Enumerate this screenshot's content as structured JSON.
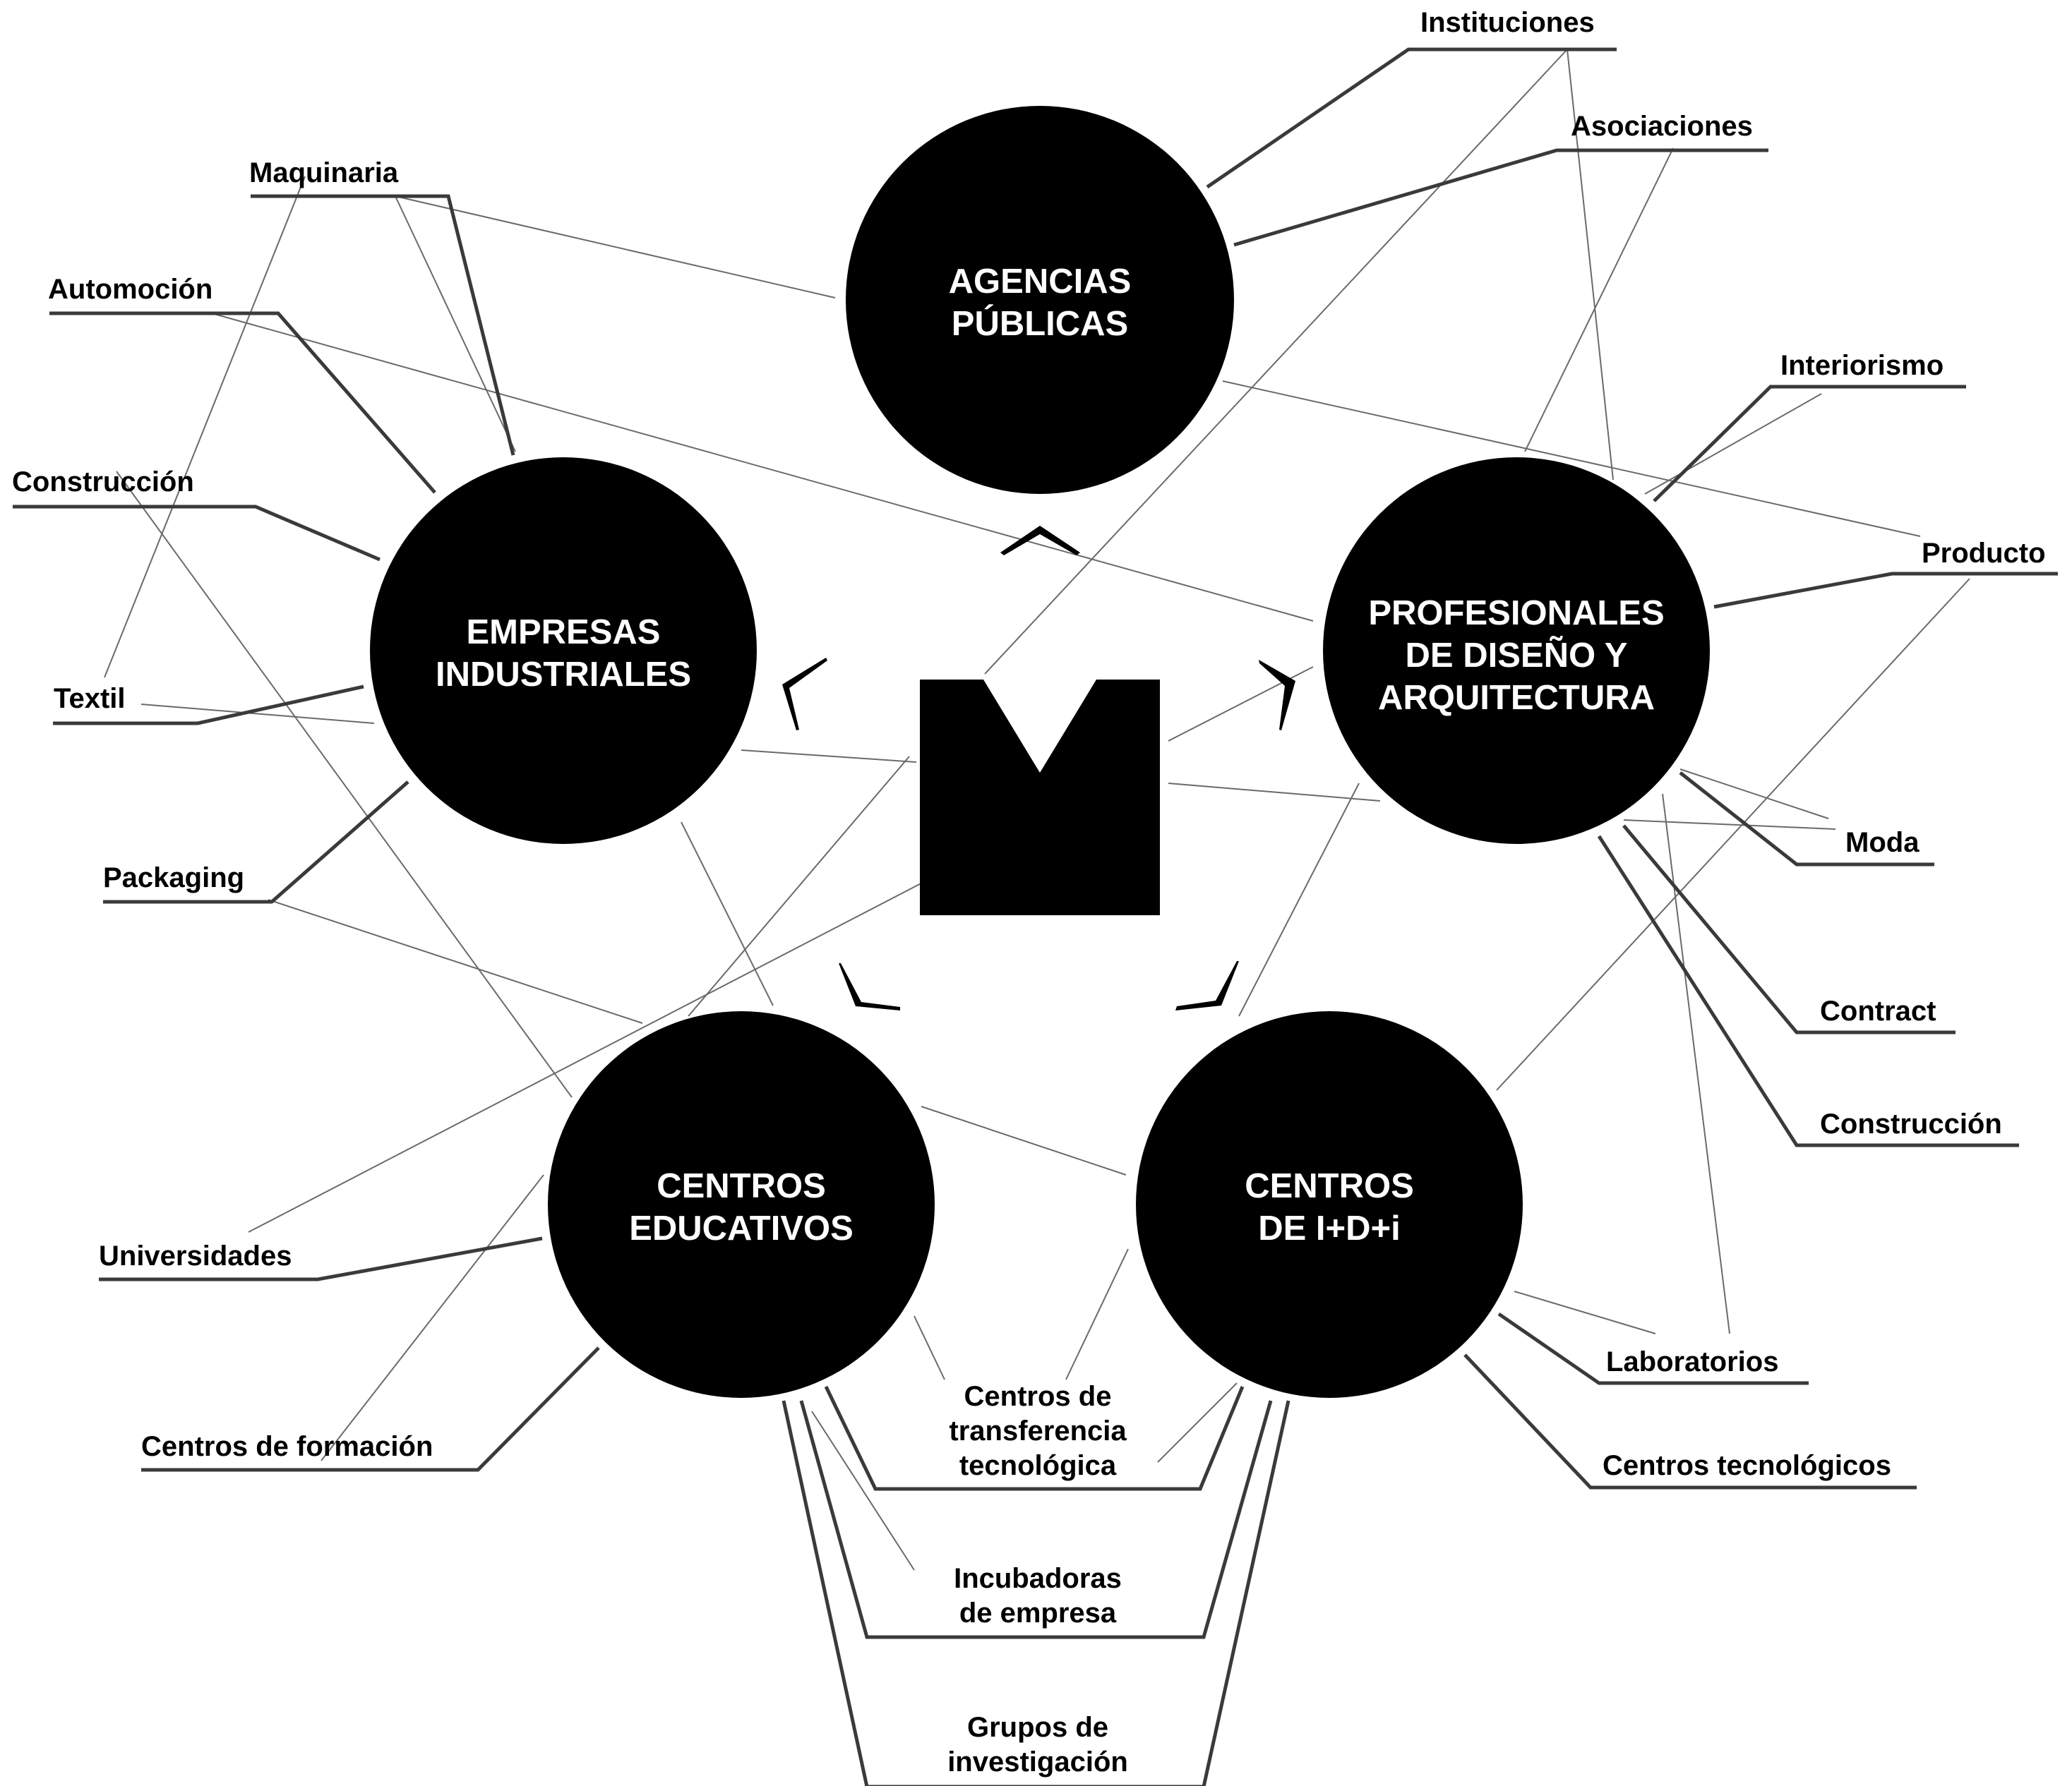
{
  "hubs": {
    "agencias": {
      "line1": "AGENCIAS",
      "line2": "PÚBLICAS"
    },
    "empresas": {
      "line1": "EMPRESAS",
      "line2": "INDUSTRIALES"
    },
    "profesionales": {
      "line1": "PROFESIONALES",
      "line2": "DE DISEÑO Y",
      "line3": "ARQUITECTURA"
    },
    "educativos": {
      "line1": "CENTROS",
      "line2": "EDUCATIVOS"
    },
    "idi": {
      "line1": "CENTROS",
      "line2": "DE I+D+i"
    }
  },
  "labels": {
    "instituciones": "Instituciones",
    "asociaciones": "Asociaciones",
    "maquinaria": "Maquinaria",
    "automocion": "Automoción",
    "construccion_left": "Construcción",
    "textil": "Textil",
    "packaging": "Packaging",
    "interiorismo": "Interiorismo",
    "producto": "Producto",
    "moda": "Moda",
    "contract": "Contract",
    "construccion_right": "Construcción",
    "universidades": "Universidades",
    "centros_formacion": "Centros de formación",
    "laboratorios": "Laboratorios",
    "centros_tecnologicos": "Centros tecnológicos",
    "transferencia": {
      "line1": "Centros de",
      "line2": "transferencia",
      "line3": "tecnológica"
    },
    "incubadoras": {
      "line1": "Incubadoras",
      "line2": "de empresa"
    },
    "grupos": {
      "line1": "Grupos de",
      "line2": "investigación"
    }
  },
  "center_logo": {
    "icon": "m-logo-icon",
    "color": "#000000"
  },
  "colors": {
    "hub_fill": "#000000",
    "hub_text": "#ffffff",
    "label_text": "#000000"
  }
}
